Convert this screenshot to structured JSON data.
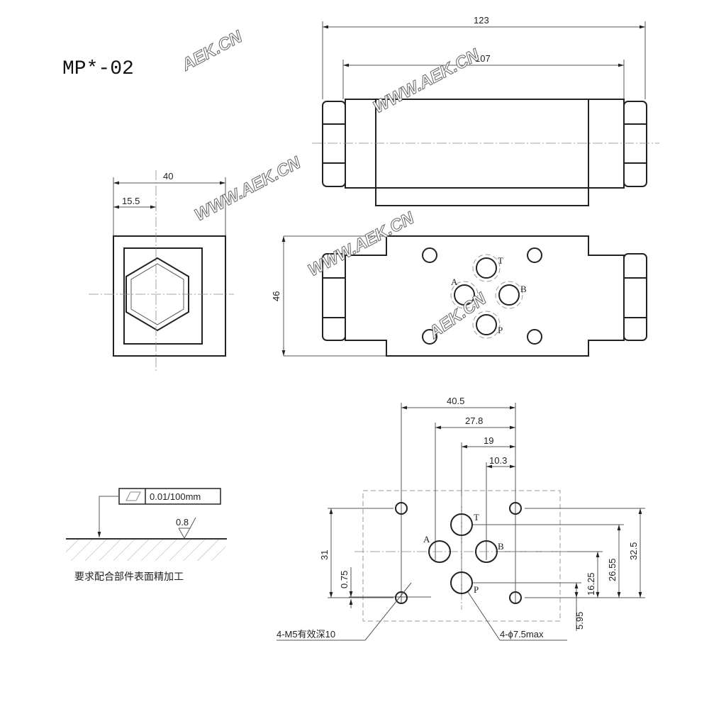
{
  "title": "MP*-02",
  "watermark": "AEK.CN",
  "watermark_www": "WWW.AEK.CN",
  "top_view": {
    "dim_overall": "123",
    "dim_body": "107"
  },
  "side_view": {
    "dim_width": "40",
    "dim_center": "15.5"
  },
  "front_view": {
    "dim_height": "46",
    "ports": {
      "t": "T",
      "a": "A",
      "b": "B",
      "p": "P"
    }
  },
  "mounting": {
    "dims_top": [
      "40.5",
      "27.8",
      "19",
      "10.3"
    ],
    "dims_right": [
      "32.5",
      "26.55",
      "16.25",
      "5.95"
    ],
    "dims_left": [
      "31",
      "0.75"
    ],
    "ports": {
      "t": "T",
      "a": "A",
      "b": "B",
      "p": "P"
    },
    "thread_note": "4-M5有效深10",
    "port_note": "4-ϕ7.5max"
  },
  "surface": {
    "flatness": "0.01/100mm",
    "roughness": "0.8",
    "note": "要求配合部件表面精加工"
  }
}
